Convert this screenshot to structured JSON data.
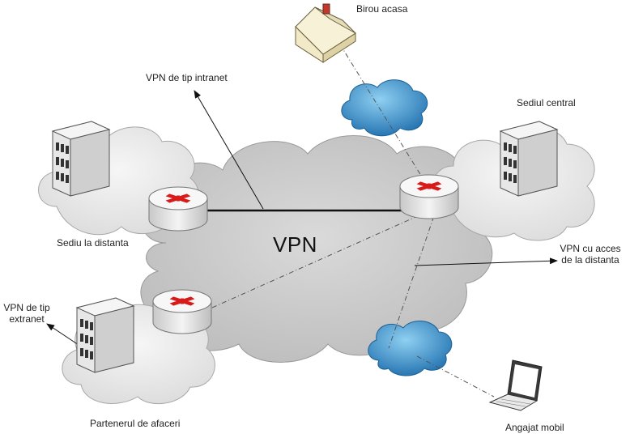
{
  "diagram": {
    "center_label": "VPN",
    "nodes": {
      "home_office": "Birou acasa",
      "headquarters": "Sediul central",
      "remote_office": "Sediu la distanta",
      "business_partner": "Partenerul de afaceri",
      "mobile_employee": "Angajat mobil"
    },
    "connections": {
      "intranet_vpn": "VPN de tip intranet",
      "extranet_vpn_line1": "VPN de tip",
      "extranet_vpn_line2": "extranet",
      "remote_access_vpn_line1": "VPN cu acces",
      "remote_access_vpn_line2": "de la distanta"
    },
    "colors": {
      "main_cloud": "#c9c9c9",
      "site_cloud": "#ececec",
      "isp_cloud": "#3d8fc4",
      "router_arrow": "#d91a1a",
      "building": "#e7e7e7"
    }
  }
}
